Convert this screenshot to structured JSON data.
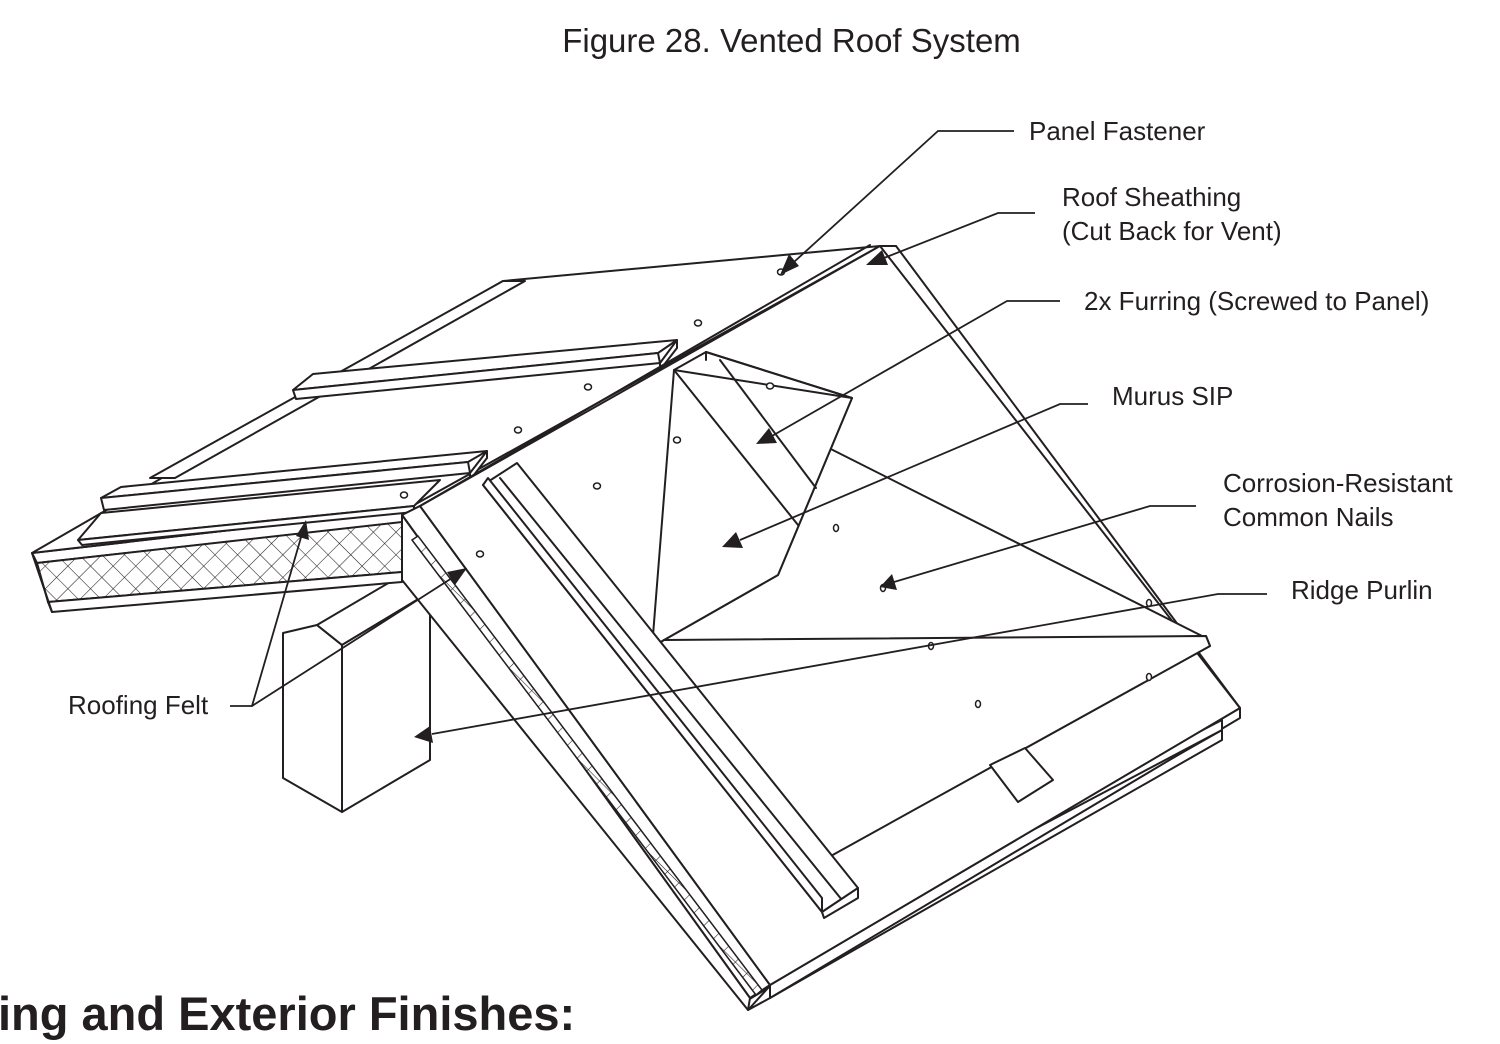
{
  "figure": {
    "title": "Figure 28. Vented Roof System"
  },
  "labels": {
    "panel_fastener": "Panel Fastener",
    "roof_sheathing_line1": "Roof Sheathing",
    "roof_sheathing_line2": "(Cut Back for Vent)",
    "furring": "2x Furring (Screwed to Panel)",
    "murus_sip": "Murus SIP",
    "nails_line1": "Corrosion-Resistant",
    "nails_line2": "Common Nails",
    "ridge_purlin": "Ridge Purlin",
    "roofing_felt": "Roofing Felt"
  },
  "section_heading": "ing and Exterior Finishes:",
  "colors": {
    "ink": "#231f20",
    "background": "#ffffff"
  }
}
